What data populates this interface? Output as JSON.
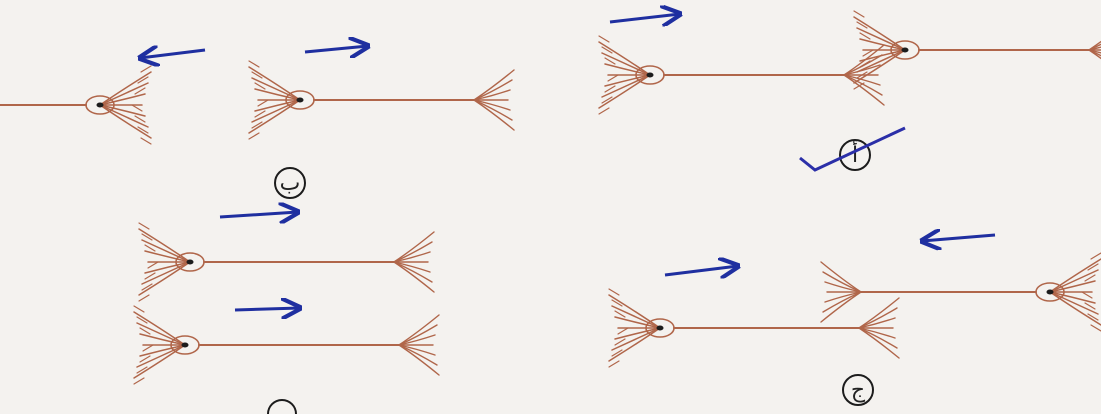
{
  "colors": {
    "paper": "#f4f2ef",
    "neuron": "#b0664a",
    "ink": "#1c1c1c",
    "arrow": "#1f2fa0",
    "check": "#2b2fa8"
  },
  "panels": [
    {
      "id": "a",
      "label": "أ",
      "arrow_direction": "right",
      "note": "correct-mark"
    },
    {
      "id": "b",
      "label": "ب",
      "arrow_direction": "left-and-right"
    },
    {
      "id": "c",
      "label": "",
      "arrow_direction": "right-and-right"
    },
    {
      "id": "d",
      "label": "ج",
      "arrow_direction": "right-and-left"
    }
  ],
  "icons": {
    "arrow": "arrow-icon",
    "check": "check-mark-icon",
    "neuron": "neuron-icon"
  }
}
